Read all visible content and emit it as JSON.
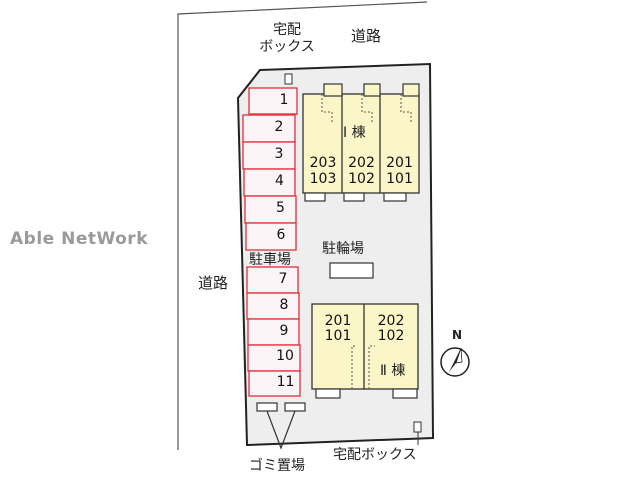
{
  "watermark": "Able NetWork",
  "roads": {
    "top": "道路",
    "left": "道路"
  },
  "delivery_box": {
    "top": "宅配\nボックス",
    "bottom": "宅配ボックス"
  },
  "parking": {
    "title": "駐車場",
    "spaces": [
      "1",
      "2",
      "3",
      "4",
      "5",
      "6",
      "7",
      "8",
      "9",
      "10",
      "11"
    ]
  },
  "bicycle_parking": "駐輪場",
  "garbage": "ゴミ置場",
  "building_1": {
    "name": "Ⅰ 棟",
    "units": [
      {
        "upper": "203",
        "lower": "103"
      },
      {
        "upper": "202",
        "lower": "102"
      },
      {
        "upper": "201",
        "lower": "101"
      }
    ]
  },
  "building_2": {
    "name": "Ⅱ 棟",
    "units": [
      {
        "upper": "201",
        "lower": "101"
      },
      {
        "upper": "202",
        "lower": "102"
      }
    ]
  },
  "compass": {
    "label": "N"
  },
  "colors": {
    "building_fill": "#fbf6c8",
    "lot_fill": "#eeeeee",
    "parking_stroke": "#e0303a",
    "parking_fill": "#fbf4f6",
    "watermark": "#9a9a9a"
  }
}
